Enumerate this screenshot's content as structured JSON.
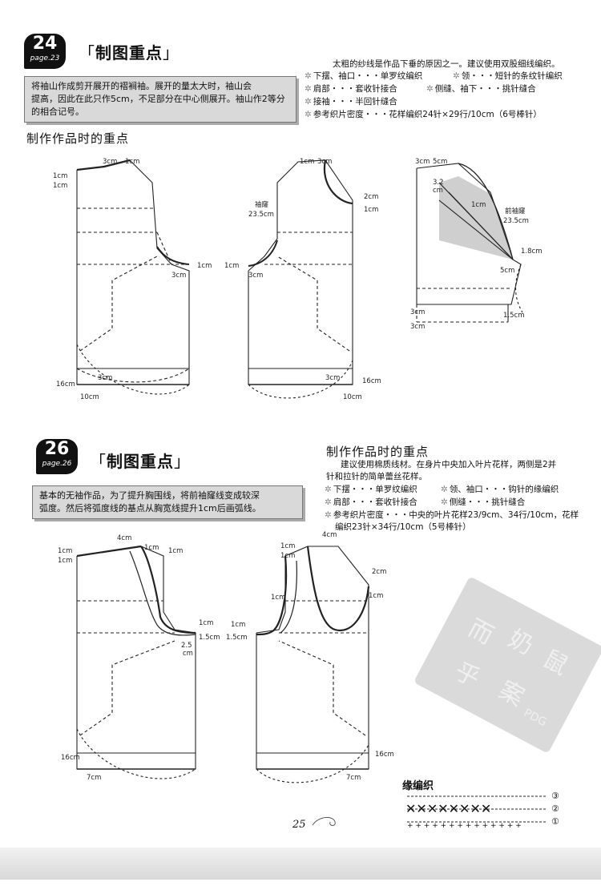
{
  "sec24": {
    "number": "24",
    "page_ref": "page.23",
    "title": "制图重点",
    "note_lines": [
      "将袖山作成剪开展开的褶裥袖。展开的量太大时，袖山会",
      "提高，因此在此只作5cm，不足部分在中心侧展开。袖山作2等分",
      "的相合记号。"
    ],
    "subhead": "制作作品时的重点",
    "intro": "太粗的纱线是作品下垂的原因之一。建议使用双股细线编织。",
    "bullets": [
      {
        "a": "下摆、袖口・・・单罗纹编织",
        "b": "领・・・短针的条纹针编织"
      },
      {
        "a": "肩部・・・套收针接合",
        "b": "侧缝、袖下・・・挑针缝合"
      },
      {
        "a": "接袖・・・半回针缝合",
        "b": ""
      },
      {
        "a": "参考织片密度・・・花样编织24针×29行/10cm（6号棒针）",
        "b": ""
      }
    ]
  },
  "sec26": {
    "number": "26",
    "page_ref": "page.26",
    "title": "制图重点",
    "note_lines": [
      "基本的无袖作品，为了提升胸围线，将前袖窿线变成较深",
      "弧度。然后将弧度线的基点从胸宽线提升1cm后画弧线。"
    ],
    "subhead": "制作作品时的重点",
    "intro_lines": [
      "建议使用棉质线材。在身片中央加入叶片花样，两侧是2并",
      "针和拉针的简单蕾丝花样。"
    ],
    "bullets": [
      {
        "a": "下摆・・・单罗纹编织",
        "b": "领、袖口・・・钩针的缘编织"
      },
      {
        "a": "肩部・・・套收针接合",
        "b": "侧缝・・・挑针缝合"
      }
    ],
    "density_lines": [
      "参考织片密度・・・中央的叶片花样23/9cm、34行/10cm，花样",
      "编织23针×34行/10cm（5号棒针）"
    ]
  },
  "labels24": {
    "back_top_left1": "1cm",
    "back_top_left2": "1cm",
    "back_neck_w": "3cm",
    "back_neck_h": "1cm",
    "back_arm_1": "1cm",
    "back_arm_3": "3cm",
    "back_hem_16": "16cm",
    "back_hem_3": "3cm",
    "back_hem_10": "10cm",
    "front_neck_1": "1cm",
    "front_neck_3": "3cm",
    "front_2": "2cm",
    "front_1": "1cm",
    "front_armhole": "袖窿",
    "front_armhole_len": "23.5cm",
    "front_arm_1": "1cm",
    "front_arm_3": "3cm",
    "front_hem_16": "16cm",
    "front_hem_3": "3cm",
    "front_hem_10": "10cm",
    "sl_3": "3cm",
    "sl_5": "5cm",
    "sl_32a": "3.2",
    "sl_32b": "cm",
    "sl_1": "1cm",
    "sl_front": "前袖窿",
    "sl_front_len": "23.5cm",
    "sl_18": "1.8cm",
    "sl_5b": "5cm",
    "sl_3b": "3cm",
    "sl_3c": "3cm",
    "sl_15": "1.5cm"
  },
  "labels26": {
    "b_1a": "1cm",
    "b_1b": "1cm",
    "b_4": "4cm",
    "b_1c": "1cm",
    "b_1d": "1cm",
    "b_1e": "1cm",
    "b_15": "1.5cm",
    "b_25a": "2.5",
    "b_25b": "cm",
    "b_16": "16cm",
    "b_7": "7cm",
    "f_4": "4cm",
    "f_1a": "1cm",
    "f_1b": "1cm",
    "f_2": "2cm",
    "f_1c": "1cm",
    "f_1d": "1cm",
    "f_15": "1.5cm",
    "f_1e": "1cm",
    "f_16": "16cm",
    "f_7": "7cm"
  },
  "edging": {
    "title": "缘编织",
    "row_marks": [
      "③",
      "②",
      "①"
    ]
  },
  "page_number": "25",
  "watermark": "PDG"
}
